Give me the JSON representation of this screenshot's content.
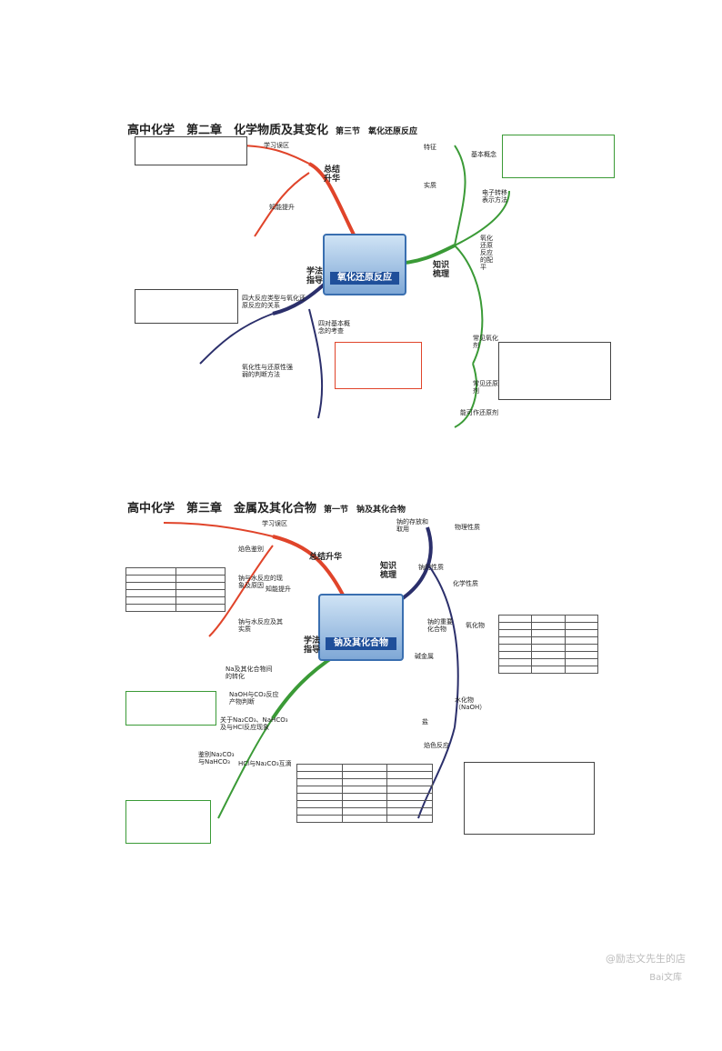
{
  "page1": {
    "title": "高中化学　第二章　化学物质及其变化",
    "section": "第三节　氧化还原反应",
    "center_label": "氧化还原反应",
    "branches": {
      "summary": "总结升华",
      "method": "学法指导",
      "knowledge": "知识梳理"
    },
    "left_nodes": [
      "学习误区",
      "知能提升",
      "四大反应类型与氧化还原反应的关系",
      "氧化性与还原性强弱的判断方法",
      "四对基本概念的考查"
    ],
    "right_nodes": [
      "特征",
      "实质",
      "基本概念",
      "电子转移表示方法",
      "氧化还原反应的配平",
      "常见氧化剂",
      "常见还原剂",
      "能可作还原剂"
    ]
  },
  "page2": {
    "title": "高中化学　第三章　金属及其化合物",
    "section": "第一节　钠及其化合物",
    "center_label": "钠及其化合物",
    "branches": {
      "summary": "总结升华",
      "method": "学法指导",
      "knowledge": "知识梳理"
    },
    "left_nodes": [
      "学习误区",
      "焰色鉴别",
      "知能提升",
      "钠与水反应的现象及原因",
      "钠与水反应及其实质",
      "Na及其化合物间的转化",
      "NaOH与CO₂反应产物判断",
      "关于Na₂CO₃、NaHCO₃及与HCl反应现象",
      "鉴别Na₂CO₃与NaHCO₃",
      "HCl与Na₂CO₃互滴"
    ],
    "right_nodes": [
      "钠的存放和取用",
      "钠的性质",
      "钠的重要化合物",
      "物理性质",
      "化学性质",
      "氧化物",
      "碱金属",
      "水化物（NaOH）",
      "盐",
      "焰色反应"
    ]
  },
  "watermark": "@励志文先生的店",
  "brand": "Bai文库"
}
